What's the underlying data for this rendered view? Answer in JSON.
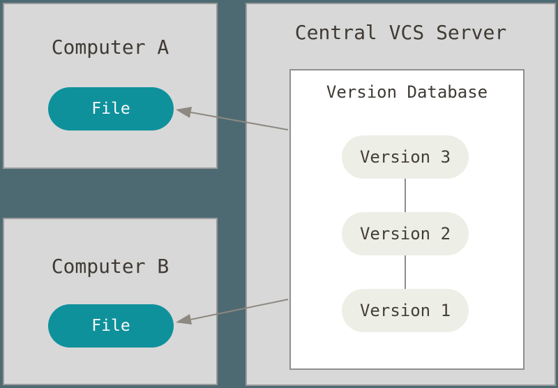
{
  "diagram": {
    "computer_a": {
      "title": "Computer A",
      "file_label": "File"
    },
    "computer_b": {
      "title": "Computer B",
      "file_label": "File"
    },
    "server": {
      "title": "Central VCS Server",
      "database": {
        "title": "Version Database",
        "versions": [
          "Version 3",
          "Version 2",
          "Version 1"
        ]
      }
    },
    "colors": {
      "background": "#4d6a73",
      "panel_fill": "#d8d8d8",
      "panel_border": "#9b9b9b",
      "database_fill": "#ffffff",
      "database_border": "#8f8f8f",
      "file_pill": "#0f919c",
      "file_text": "#fafafa",
      "version_pill": "#edeee6",
      "text": "#3f3a34",
      "arrow": "#8d8880"
    }
  }
}
